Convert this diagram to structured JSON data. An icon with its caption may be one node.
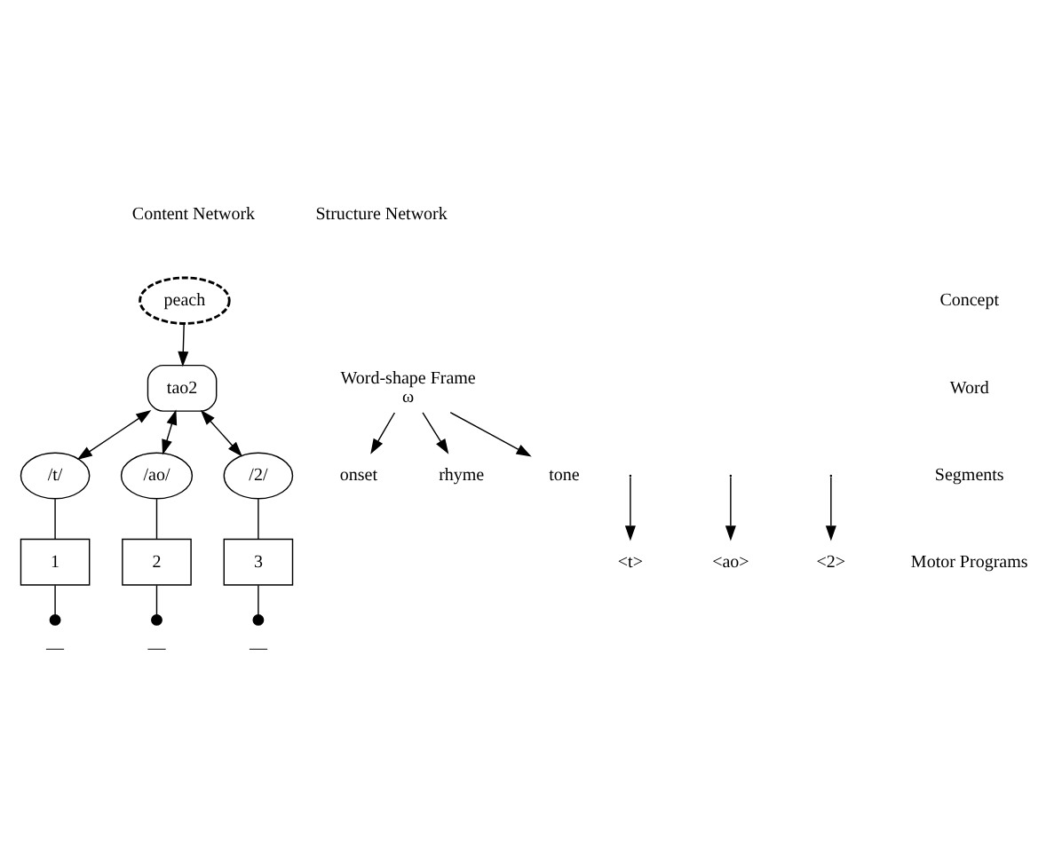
{
  "diagram": {
    "nodes": [
      {
        "text": [
          "peach"
        ]
      },
      {
        "text": [
          "tao2"
        ]
      },
      {
        "text": [
          "/t/"
        ]
      },
      {
        "text": [
          "/ao/"
        ]
      },
      {
        "text": [
          "/2/"
        ]
      },
      {
        "text": [
          "Word-shape Frame",
          "ω"
        ]
      },
      {
        "text": [
          "onset"
        ]
      },
      {
        "text": [
          "rhyme"
        ]
      },
      {
        "text": [
          "tone"
        ]
      },
      {
        "text": [
          "—"
        ]
      },
      {
        "text": [
          "—"
        ]
      },
      {
        "text": [
          "—"
        ]
      },
      {
        "text": [
          "1"
        ]
      },
      {
        "text": [
          "2"
        ]
      },
      {
        "text": [
          "3"
        ]
      },
      {
        "text": [
          "<t>"
        ]
      },
      {
        "text": [
          "<ao>"
        ]
      },
      {
        "text": [
          "<2>"
        ]
      }
    ],
    "edges": [
      {
        "from": 0,
        "to": 1,
        "arrow": "to"
      },
      {
        "from": 1,
        "to": 2,
        "arrow": "both"
      },
      {
        "from": 1,
        "to": 3,
        "arrow": "both"
      },
      {
        "from": 1,
        "to": 4,
        "arrow": "both"
      },
      {
        "from": 5,
        "to": 6,
        "arrow": "to"
      },
      {
        "from": 5,
        "to": 7,
        "arrow": "to"
      },
      {
        "from": 5,
        "to": 8,
        "arrow": "to"
      },
      {
        "from": 2,
        "to": 12,
        "arrow": "none"
      },
      {
        "from": 12,
        "to": 9,
        "arrow": "other"
      },
      {
        "from": 3,
        "to": 13,
        "arrow": "none"
      },
      {
        "from": 13,
        "to": 10,
        "arrow": "other"
      },
      {
        "from": 4,
        "to": 14,
        "arrow": "none"
      },
      {
        "from": 14,
        "to": 11,
        "arrow": "other"
      },
      {
        "from": null,
        "to": 15,
        "arrow": "to"
      },
      {
        "from": null,
        "to": 16,
        "arrow": "to"
      },
      {
        "from": null,
        "to": 17,
        "arrow": "to"
      }
    ],
    "labels": [
      "Content Network",
      "Structure Network",
      "Concept",
      "Word",
      "Segments",
      "Motor Programs"
    ]
  }
}
